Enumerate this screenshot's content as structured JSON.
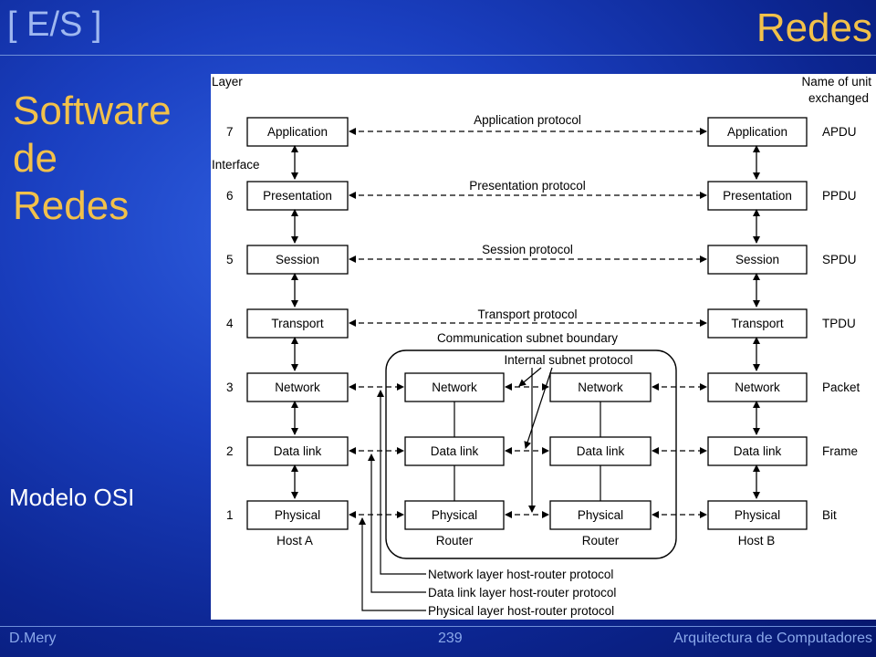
{
  "header": {
    "section": "[ E/S ]",
    "topic": "Redes"
  },
  "title_lines": [
    "Software",
    "de",
    "Redes"
  ],
  "subtitle": "Modelo OSI",
  "footer": {
    "author": "D.Mery",
    "page": "239",
    "course": "Arquitectura de Computadores"
  },
  "diagram": {
    "layer_heading": "Layer",
    "unit_heading": [
      "Name of unit",
      "exchanged"
    ],
    "interface_label": "Interface",
    "layers": [
      {
        "num": "7",
        "name": "Application",
        "protocol": "Application protocol",
        "unit": "APDU"
      },
      {
        "num": "6",
        "name": "Presentation",
        "protocol": "Presentation protocol",
        "unit": "PPDU"
      },
      {
        "num": "5",
        "name": "Session",
        "protocol": "Session protocol",
        "unit": "SPDU"
      },
      {
        "num": "4",
        "name": "Transport",
        "protocol": "Transport protocol",
        "unit": "TPDU"
      },
      {
        "num": "3",
        "name": "Network",
        "unit": "Packet"
      },
      {
        "num": "2",
        "name": "Data link",
        "unit": "Frame"
      },
      {
        "num": "1",
        "name": "Physical",
        "unit": "Bit"
      }
    ],
    "subnet_boundary": "Communication subnet boundary",
    "internal_protocol": "Internal subnet protocol",
    "host_a": "Host A",
    "host_b": "Host B",
    "router": "Router",
    "host_router_protocols": [
      "Network layer host-router protocol",
      "Data link layer host-router protocol",
      "Physical layer host-router protocol"
    ]
  }
}
